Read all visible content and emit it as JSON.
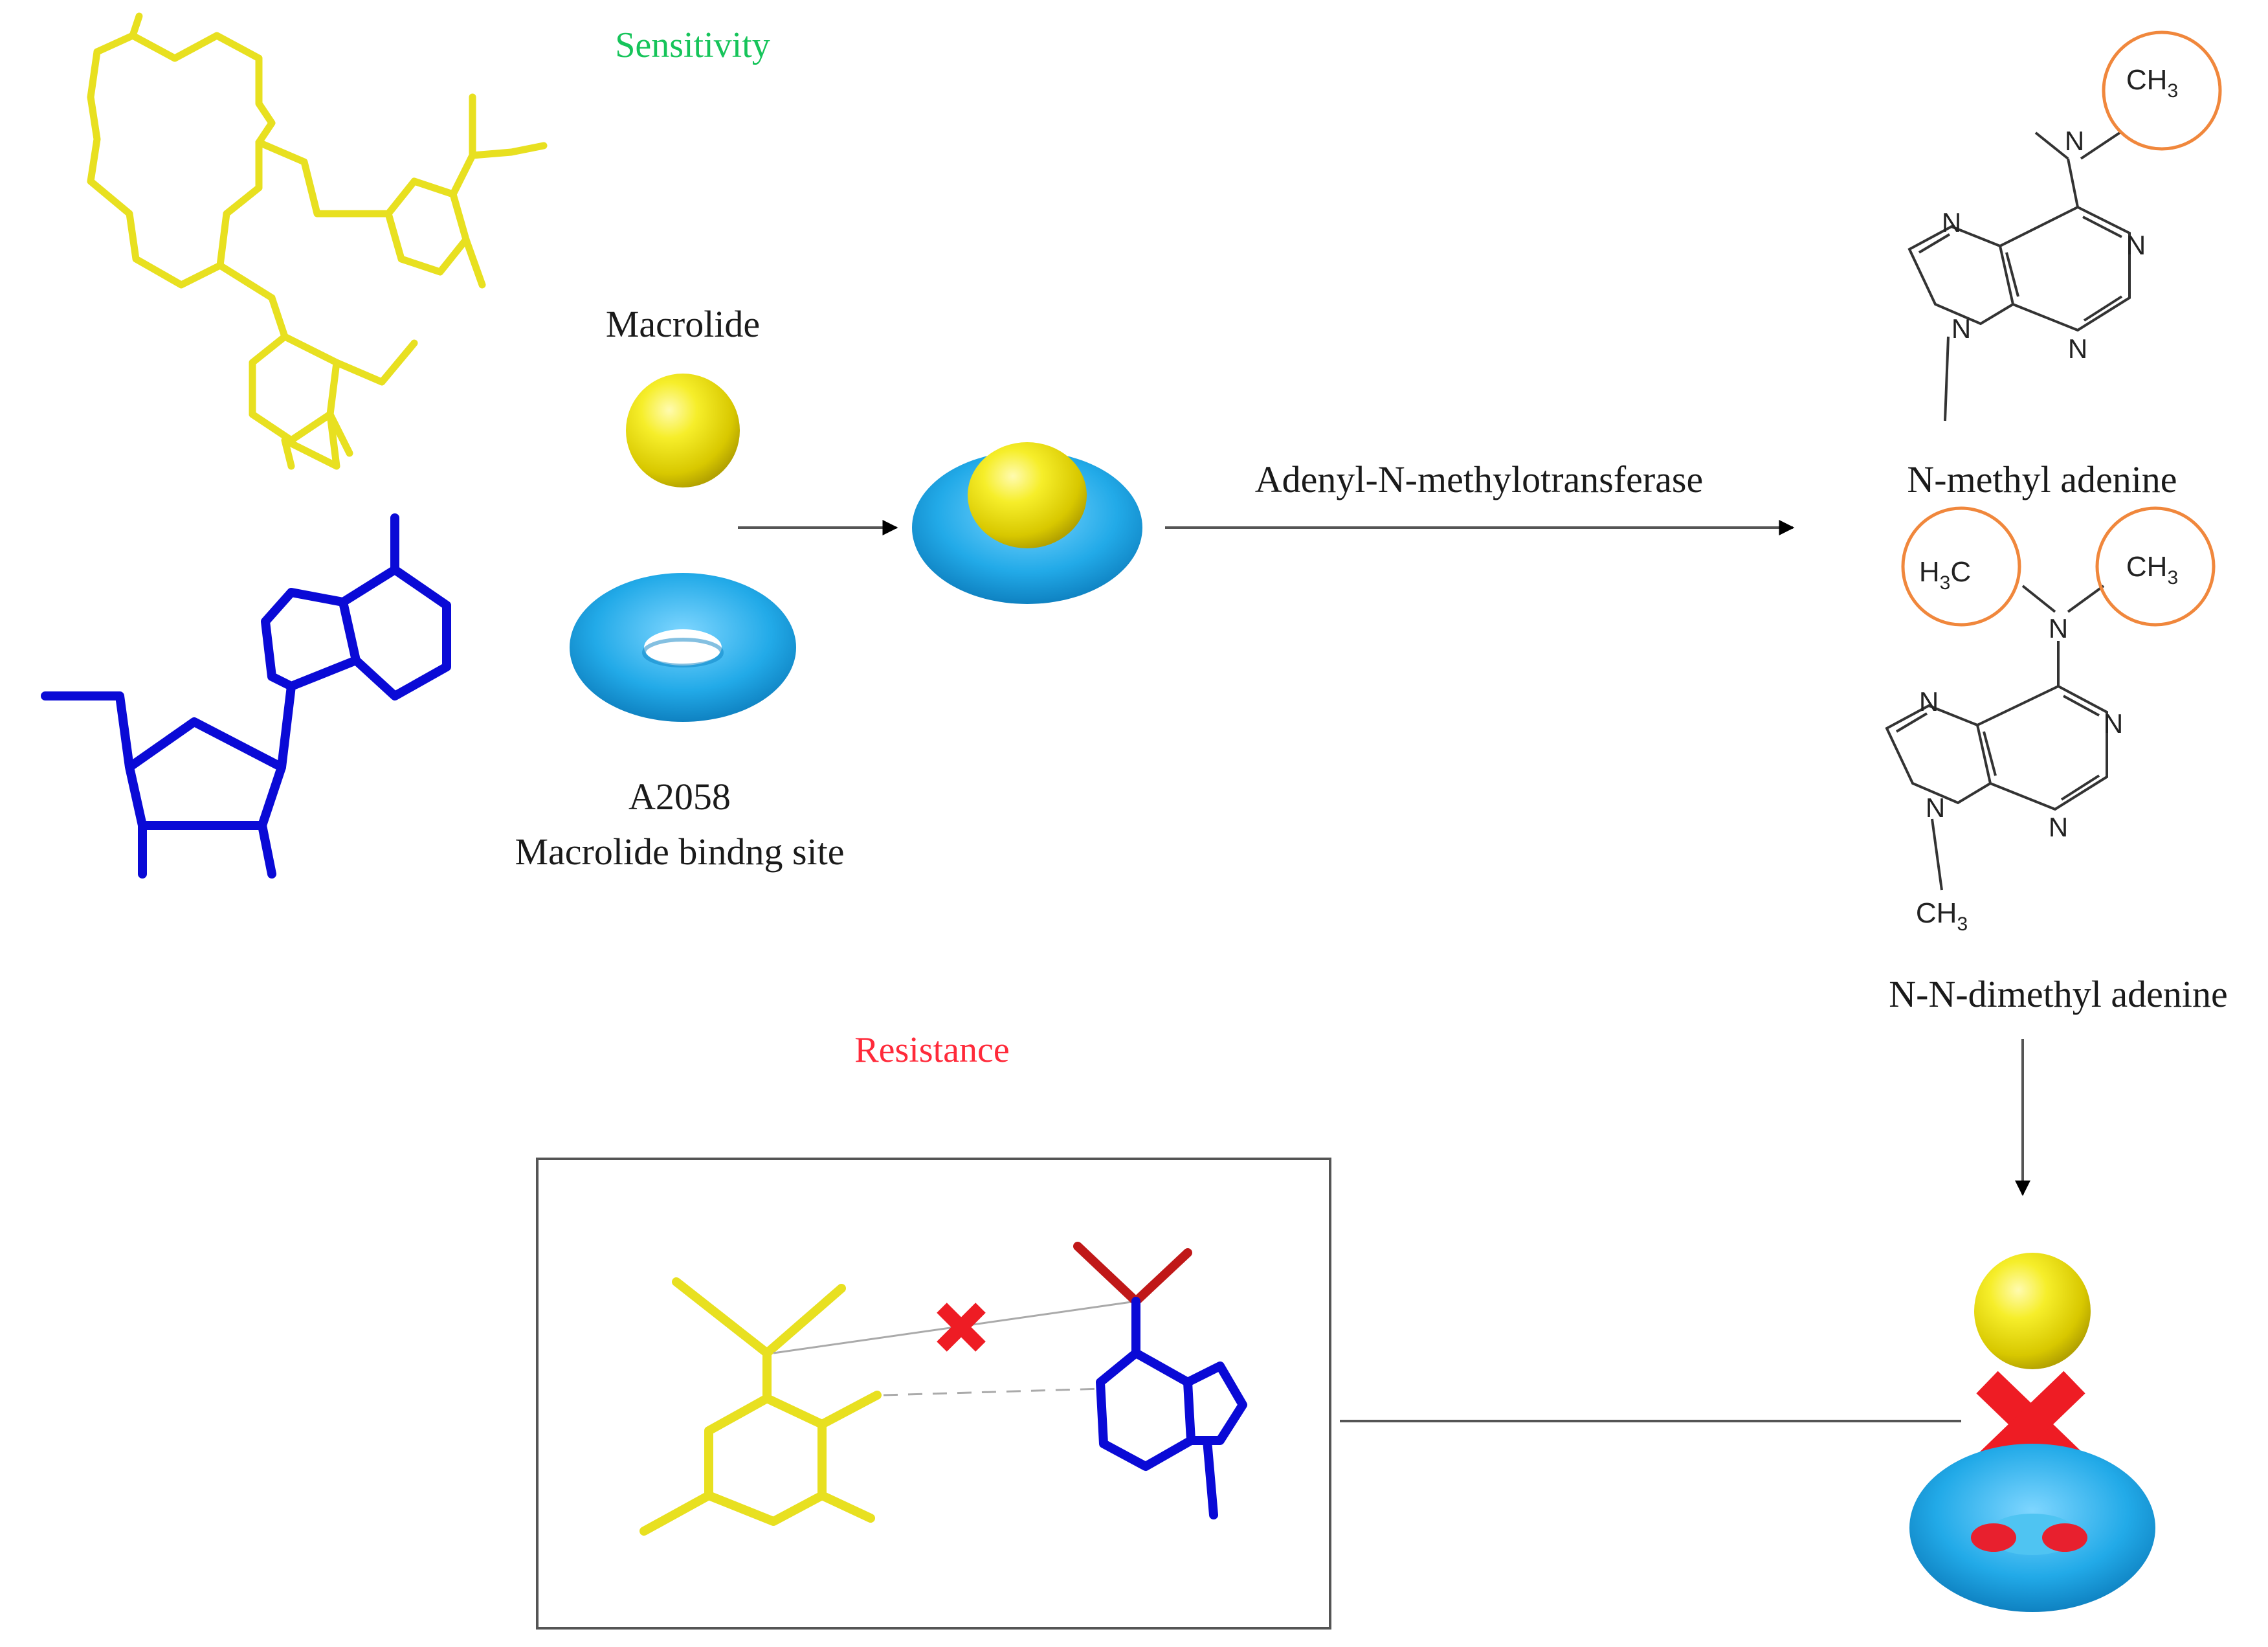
{
  "labels": {
    "sensitivity": "Sensitivity",
    "resistance": "Resistance",
    "macrolide": "Macrolide",
    "binding_site_line1": "A2058",
    "binding_site_line2": "Macrolide bindng site",
    "enzyme": "Adenyl-N-methylotransferase",
    "n_methyl_adenine": "N-methyl adenine",
    "nn_dimethyl_adenine": "N-N-dimethyl adenine"
  },
  "chem": {
    "n": "N",
    "ch3": "CH",
    "h3": "H",
    "c": "C",
    "sub3": "3"
  },
  "colors": {
    "sensitivity": "#16c45a",
    "resistance": "#ff2a3a",
    "macrolide_yellow": "#f2ea1f",
    "ribosome_blue": "#1fa8e6",
    "nucleotide_blue": "#0a0ad6",
    "methyl_red": "#c01818",
    "methyl_circle": "#f0873c",
    "block_x": "#ee1c24"
  }
}
